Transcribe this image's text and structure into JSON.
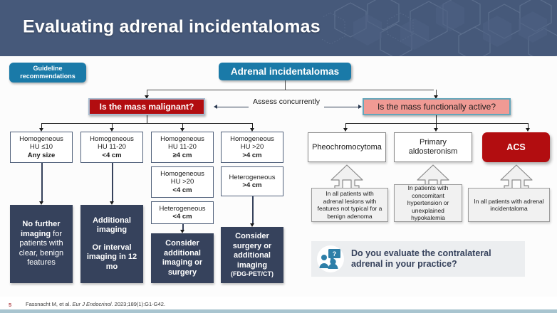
{
  "header": {
    "title": "Evaluating adrenal incidentalomas",
    "bg_color": "#46597a"
  },
  "badge": {
    "label": "Guideline recommendations",
    "color": "#1a7aa8"
  },
  "flowchart": {
    "root": {
      "label": "Adrenal incidentalomas",
      "color": "#1a7aa8"
    },
    "assess_label": "Assess concurrently",
    "decisions": [
      {
        "name": "malignancy",
        "label": "Is the mass malignant?",
        "color": "#b20d10"
      },
      {
        "name": "functional",
        "label": "Is the mass functionally active?",
        "color": "#f09a94"
      }
    ],
    "criteria": [
      {
        "line1": "Homogeneous",
        "line2": "HU ≤10",
        "line3": "Any size"
      },
      {
        "line1": "Homogeneous",
        "line2": "HU 11-20",
        "line3": "<4 cm"
      },
      {
        "line1": "Homogeneous",
        "line2": "HU 11-20",
        "line3": "≥4 cm"
      },
      {
        "line1": "Homogeneous",
        "line2": "HU >20",
        "line3": ">4 cm"
      },
      {
        "line1": "Homogeneous",
        "line2": "HU >20",
        "line3": "<4 cm"
      },
      {
        "line1": "Heterogeneous",
        "line2": "",
        "line3": "<4 cm"
      },
      {
        "line1": "Heterogeneous",
        "line2": "",
        "line3": ">4 cm"
      }
    ],
    "outcomes": [
      {
        "name": "no-further-imaging",
        "bold1": "No further imaging",
        "rest1": " for patients with clear, benign features",
        "sub": ""
      },
      {
        "name": "additional-imaging",
        "bold1": "Additional imaging",
        "rest1": "",
        "bold2": "Or interval imaging in 12 mo",
        "sub": ""
      },
      {
        "name": "consider-additional-imaging-or-surgery",
        "bold1": "Consider additional imaging or surgery",
        "rest1": "",
        "sub": ""
      },
      {
        "name": "consider-surgery-or-additional-imaging",
        "bold1": "Consider surgery or additional imaging",
        "rest1": "",
        "sub": "(FDG-PET/CT)"
      }
    ],
    "diagnoses": [
      {
        "name": "pheochromocytoma",
        "label": "Pheochromocytoma",
        "highlight": false
      },
      {
        "name": "primary-aldosteronism",
        "label": "Primary aldosteronism",
        "highlight": false
      },
      {
        "name": "acs",
        "label": "ACS",
        "highlight": true,
        "color": "#b20d10"
      }
    ],
    "indications": [
      {
        "name": "pheochromocytoma-indication",
        "text": "In all patients with adrenal lesions with features not typical for a benign adenoma"
      },
      {
        "name": "primary-aldosteronism-indication",
        "text": "In patients with concomitant hypertension or unexplained hypokalemia"
      },
      {
        "name": "acs-indication",
        "text": "In all patients with adrenal incidentaloma"
      }
    ]
  },
  "question_banner": {
    "icon": "people-question-icon",
    "line1": "Do you evaluate the contralateral",
    "line2": "adrenal in your practice?"
  },
  "footer": {
    "page_number": "5",
    "citation_pre": "Fassnacht M, et al. ",
    "citation_italic": "Eur J Endocrinol",
    "citation_post": ". 2023;189(1):G1-G42."
  }
}
